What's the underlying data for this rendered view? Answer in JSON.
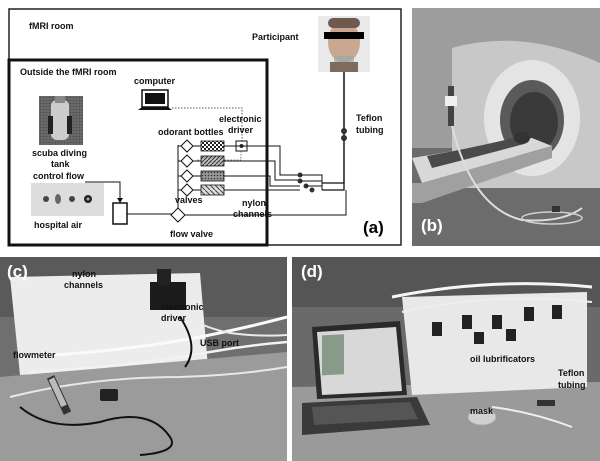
{
  "panel_a": {
    "fmri_room": "fMRI room",
    "participant": "Participant",
    "outside_room": "Outside the fMRI room",
    "computer": "computer",
    "electronic_driver_1": "electronic",
    "electronic_driver_2": "driver",
    "teflon_1": "Teflon",
    "teflon_2": "tubing",
    "odorant_bottles": "odorant bottles",
    "scuba_1": "scuba diving",
    "scuba_2": "tank",
    "control_flow": "control flow",
    "valves": "valves",
    "nylon_1": "nylon",
    "nylon_2": "channels",
    "hospital_air": "hospital air",
    "flow_valve": "flow valve",
    "label": "(a)"
  },
  "panel_b": {
    "label": "(b)"
  },
  "panel_c": {
    "label": "(c)",
    "nylon_1": "nylon",
    "nylon_2": "channels",
    "electronic_1": "electronic",
    "electronic_2": "driver",
    "usb_port": "USB port",
    "flowmeter": "flowmeter"
  },
  "panel_d": {
    "label": "(d)",
    "oil_lubricators": "oil lubrificators",
    "teflon_1": "Teflon",
    "teflon_2": "tubing",
    "mask": "mask"
  }
}
